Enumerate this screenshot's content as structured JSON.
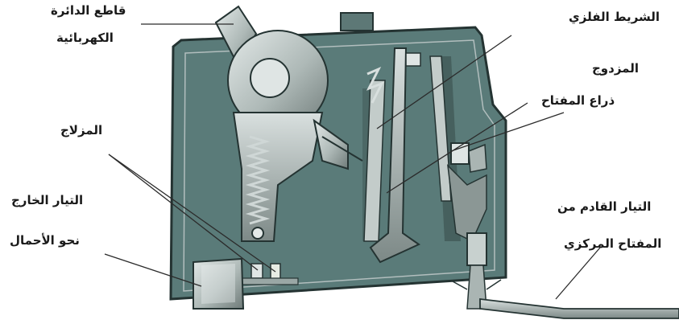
{
  "labels": {
    "circuit_breaker_line1": "قاطع الدائرة",
    "circuit_breaker_line2": "الكهربائية",
    "bimetal_strip_line1": "الشريط الفلزي",
    "bimetal_strip_line2": "المزدوج",
    "switch_arm": "ذراع المفتاح",
    "latch": "المزلاج",
    "output_current_line1": "التيار الخارج",
    "output_current_line2": "نحو الأحمال",
    "input_current_line1": "التيار القادم من",
    "input_current_line2": "المفتاح المركزي"
  },
  "colors": {
    "housing_fill": "#597a78",
    "housing_stroke": "#243332",
    "metal_light": "#c9d2d0",
    "metal_mid": "#9aa7a5",
    "metal_dark": "#5c6664",
    "leader_line": "#2b2b2b",
    "wire": "#a8b2b0"
  }
}
